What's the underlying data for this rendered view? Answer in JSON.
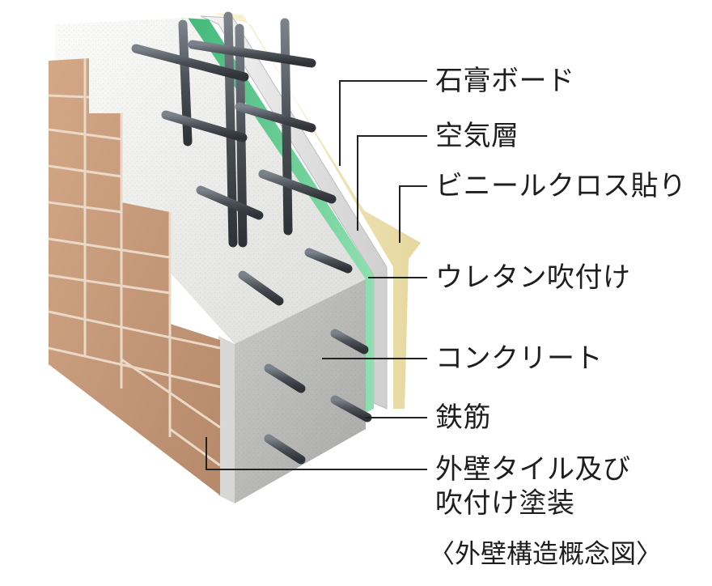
{
  "labels": {
    "gypsum_board": "石膏ボード",
    "air_layer": "空気層",
    "vinyl_cloth": "ビニールクロス貼り",
    "urethane": "ウレタン吹付け",
    "concrete": "コンクリート",
    "rebar": "鉄筋",
    "tile_line1": "外壁タイル及び",
    "tile_line2": "吹付け塗装"
  },
  "caption": "〈外壁構造概念図〉",
  "colors": {
    "brick": "#c79a78",
    "brick_dark": "#a77a5a",
    "mortar": "#e7d8c8",
    "concrete_top": "#ececea",
    "concrete_front": "#b9b9b7",
    "urethane_green": "#55c98a",
    "gypsum": "#e6e6e6",
    "vinyl": "#efe5bd",
    "rebar": "#5a5f66",
    "leader": "#222222"
  }
}
